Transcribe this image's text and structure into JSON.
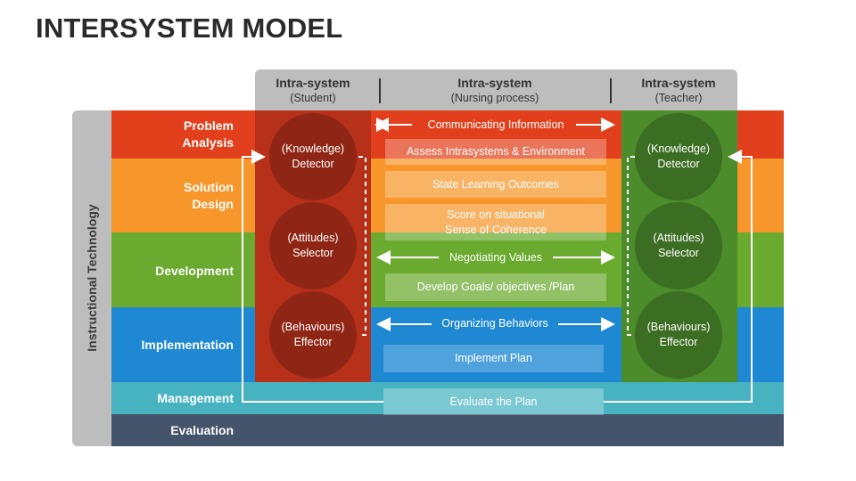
{
  "title": "INTERSYSTEM MODEL",
  "headers": [
    {
      "line1": "Intra-system",
      "line2": "(Student)"
    },
    {
      "line1": "Intra-system",
      "line2": "(Nursing process)"
    },
    {
      "line1": "Intra-system",
      "line2": "(Teacher)"
    }
  ],
  "side_label": "Instructional Technology",
  "bands": [
    {
      "label": "Problem Analysis",
      "color": "#e2401c"
    },
    {
      "label": "Solution Design",
      "color": "#f7962a"
    },
    {
      "label": "Development",
      "color": "#6aaa2e"
    },
    {
      "label": "Implementation",
      "color": "#1f88d2"
    },
    {
      "label": "Management",
      "color": "#47b3c1"
    },
    {
      "label": "Evaluation",
      "color": "#44546a"
    }
  ],
  "student_circles": [
    {
      "line1": "(Knowledge)",
      "line2": "Detector"
    },
    {
      "line1": "(Attitudes)",
      "line2": "Selector"
    },
    {
      "line1": "(Behaviours)",
      "line2": "Effector"
    }
  ],
  "teacher_circles": [
    {
      "line1": "(Knowledge)",
      "line2": "Detector"
    },
    {
      "line1": "(Attitudes)",
      "line2": "Selector"
    },
    {
      "line1": "(Behaviours)",
      "line2": "Effector"
    }
  ],
  "arrows": {
    "communicating": "Communicating Information",
    "negotiating": "Negotiating Values",
    "organizing": "Organizing Behaviors"
  },
  "process_boxes": {
    "assess": "Assess Intrasystems & Environment",
    "state": "State Learning Outcomes",
    "score_line1": "Score on situational",
    "score_line2": "Sense of Coherence",
    "develop": "Develop Goals/ objectives /Plan",
    "implement": "Implement Plan",
    "evaluate": "Evaluate the Plan"
  },
  "colors": {
    "student_column": "#b7301a",
    "teacher_column": "#4c8c2a",
    "header": "#bdbdbd"
  }
}
